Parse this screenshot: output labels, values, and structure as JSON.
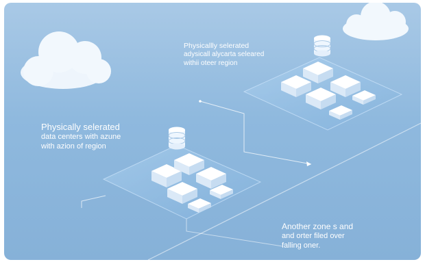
{
  "labels": {
    "left": {
      "title": "Physically selerated",
      "line1": "data centers with azune",
      "line2": "with azion of region"
    },
    "top": {
      "title": "Physicallly selerated",
      "line1": "adysicall alycarta seleared",
      "line2": "withii oteer region"
    },
    "bottom": {
      "title": "Another zone s and",
      "line1": "and orter filed over",
      "line2": "falling oner."
    }
  },
  "colors": {
    "background_top": "#a9c9e6",
    "background_bottom": "#86b1d8",
    "platform": "#9ec6ea",
    "cloud": "#f2f8fd",
    "server": "#f4f9ff",
    "connector": "#ffffff"
  },
  "icons": [
    "cloud-icon",
    "database-icon",
    "server-icon"
  ]
}
